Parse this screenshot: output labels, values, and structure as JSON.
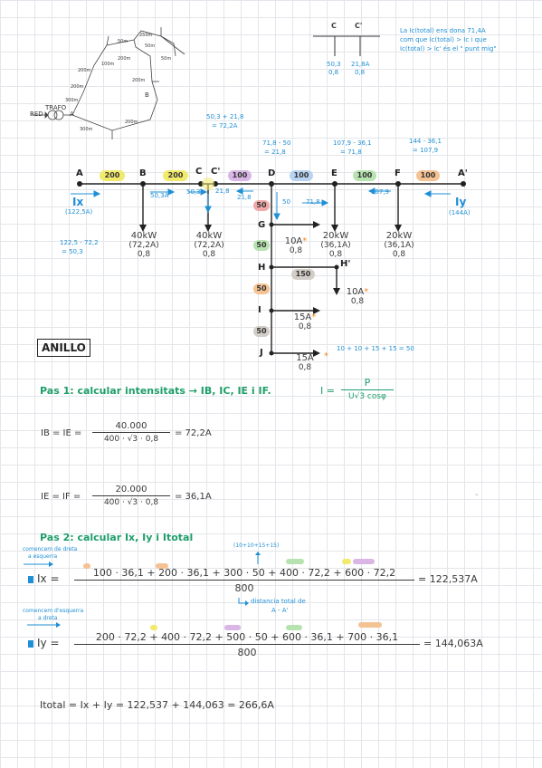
{
  "top_diagram": {
    "inlet_label": "RED",
    "transformer_label": "TRAFO",
    "node_a": "A",
    "node_b": "B",
    "segments": [
      "250m",
      "50m",
      "50m",
      "50m",
      "100m",
      "200m",
      "200m",
      "200m",
      "200m",
      "300m",
      "200m",
      "300m"
    ]
  },
  "corner": {
    "label_c": "C",
    "label_c_prime": "C'",
    "left_value": "50,3",
    "left_pf": "0,8",
    "right_value": "21,8A",
    "right_pf": "0,8",
    "note_line1": "La  Ic(total) ens dona 71,4A",
    "note_line2": "com que Ic(total) > Ic i que",
    "note_line3": "Ic(total) > Ic' és el \" punt mig\""
  },
  "bus": {
    "nodes": [
      "A",
      "B",
      "C",
      "C'",
      "D",
      "E",
      "F",
      "A'"
    ],
    "segment_pills": [
      "200",
      "200",
      "100",
      "100",
      "100",
      "100"
    ],
    "calc_top_c": "50,3 + 21,8",
    "calc_top_c_result": "= 72,2A",
    "calc_top_d": "71,8 - 50",
    "calc_top_d_result": "= 21,8",
    "calc_top_e": "107,9 - 36,1",
    "calc_top_e_result": "= 71,8",
    "calc_top_f": "144 - 36,1",
    "calc_top_f_result": "= 107,9",
    "ix_label": "Ix",
    "ix_value": "(122,5A)",
    "iy_label": "Iy",
    "iy_value": "(144A)",
    "flow_b": "50,3A",
    "flow_c": "50,3",
    "flow_cp": "21,8",
    "flow_cp2": "21,8",
    "flow_d": "50",
    "flow_de": "71,8",
    "flow_f": "107,9",
    "calc_left": "122,5 - 72,2",
    "calc_left_result": "= 50,3",
    "load_b_power": "40kW",
    "load_b_current": "(72,2A)",
    "load_b_pf": "0,8",
    "load_c_power": "40kW",
    "load_c_current": "(72,2A)",
    "load_c_pf": "0,8",
    "load_e_power": "20kW",
    "load_e_current": "(36,1A)",
    "load_e_pf": "0,8",
    "load_f_power": "20kW",
    "load_f_current": "(36,1A)",
    "load_f_pf": "0,8"
  },
  "branch": {
    "nodes": [
      "G",
      "H",
      "H'",
      "I",
      "J"
    ],
    "pills": [
      "50",
      "50",
      "50",
      "50",
      "150"
    ],
    "load_g": "10A",
    "load_g_pf": "0,8",
    "load_hp": "10A",
    "load_hp_pf": "0,8",
    "load_i": "15A",
    "load_i_pf": "0,8",
    "load_j": "15A",
    "load_j_pf": "0,8",
    "sum_note": "10 + 10 + 15 + 15 = 50"
  },
  "title_box": "ANILLO",
  "step1": {
    "heading": "Pas 1: calcular intensitats → IB, IC, IE i IF.",
    "formula_lhs": "I =",
    "formula_num": "P",
    "formula_den": "U√3 cosφ",
    "eq1_lhs": "IB = IE =",
    "eq1_num": "40.000",
    "eq1_den": "400 · √3 · 0,8",
    "eq1_result": "= 72,2A",
    "eq2_lhs": "IE = IF =",
    "eq2_num": "20.000",
    "eq2_den": "400 · √3 · 0,8",
    "eq2_result": "= 36,1A",
    "dash": "-"
  },
  "step2": {
    "heading": "Pas 2: calcular Ix, Iy i Itotal",
    "note_right_left_1": "comencem de dreta",
    "note_right_left_2": "a esquerra",
    "note_sum": "(10+10+15+15)",
    "ix_lhs": "Ix =",
    "ix_num": "100 · 36,1 + 200 · 36,1 + 300 · 50 + 400 · 72,2 + 600 · 72,2",
    "ix_den": "800",
    "ix_result": "= 122,537A",
    "distance_note_1": "distancia total de",
    "distance_note_2": "A - A'",
    "note_left_right_1": "comencem d'esquerra",
    "note_left_right_2": "a dreta",
    "iy_lhs": "Iy =",
    "iy_num": "200 · 72,2 + 400 · 72,2 + 500 · 50 + 600 · 36,1 + 700 · 36,1",
    "iy_den": "800",
    "iy_result": "= 144,063A",
    "total": "Itotal = Ix + Iy = 122,537 + 144,063 = 266,6A"
  },
  "colors": {
    "ink": "#3a3a3a",
    "blue": "#1f8fd6",
    "green": "#1e9e6a",
    "orange": "#f08a1c"
  }
}
